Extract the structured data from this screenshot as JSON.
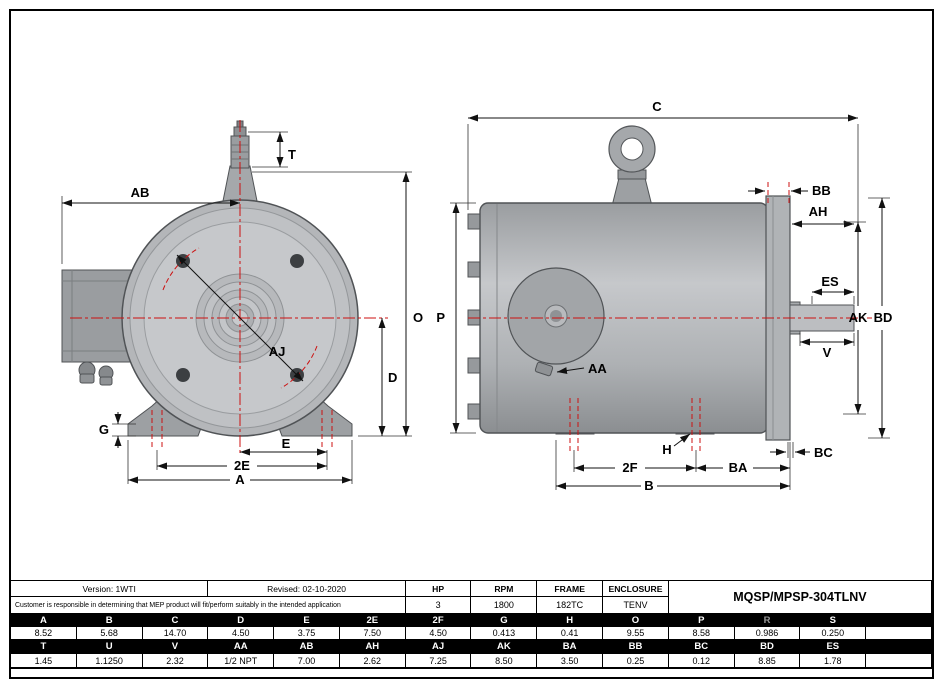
{
  "colors": {
    "centerline": "#cc1111",
    "table_header_bg": "#000000",
    "table_header_fg": "#ffffff",
    "muted_header_fg": "#999999"
  },
  "dim_labels": {
    "t": "T",
    "ab": "AB",
    "o": "O",
    "d": "D",
    "aj": "AJ",
    "g": "G",
    "e": "E",
    "e2": "2E",
    "a": "A",
    "c": "C",
    "p": "P",
    "bb": "BB",
    "ah": "AH",
    "es": "ES",
    "ak": "AK",
    "bd": "BD",
    "v": "V",
    "aa": "AA",
    "h": "H",
    "bc": "BC",
    "f2": "2F",
    "ba": "BA",
    "b": "B"
  },
  "title_block": {
    "version": "Version: 1WTI",
    "revised": "Revised: 02-10-2020",
    "disclaimer": "Customer is responsible in determining that MEP product will fit/perform suitably in the intended application",
    "hp_label": "HP",
    "hp_value": "3",
    "rpm_label": "RPM",
    "rpm_value": "1800",
    "frame_label": "FRAME",
    "frame_value": "182TC",
    "enclosure_label": "ENCLOSURE",
    "enclosure_value": "TENV",
    "model": "MQSP/MPSP-304TLNV"
  },
  "dim_table": {
    "muted_headers": [
      "R"
    ],
    "row1_headers": [
      "A",
      "B",
      "C",
      "D",
      "E",
      "2E",
      "2F",
      "G",
      "H",
      "O",
      "P",
      "R",
      "S",
      ""
    ],
    "row1_values": [
      "8.52",
      "5.68",
      "14.70",
      "4.50",
      "3.75",
      "7.50",
      "4.50",
      "0.413",
      "0.41",
      "9.55",
      "8.58",
      "0.986",
      "0.250",
      ""
    ],
    "row2_headers": [
      "T",
      "U",
      "V",
      "AA",
      "AB",
      "AH",
      "AJ",
      "AK",
      "BA",
      "BB",
      "BC",
      "BD",
      "ES",
      ""
    ],
    "row2_values": [
      "1.45",
      "1.1250",
      "2.32",
      "1/2 NPT",
      "7.00",
      "2.62",
      "7.25",
      "8.50",
      "3.50",
      "0.25",
      "0.12",
      "8.85",
      "1.78",
      ""
    ]
  }
}
